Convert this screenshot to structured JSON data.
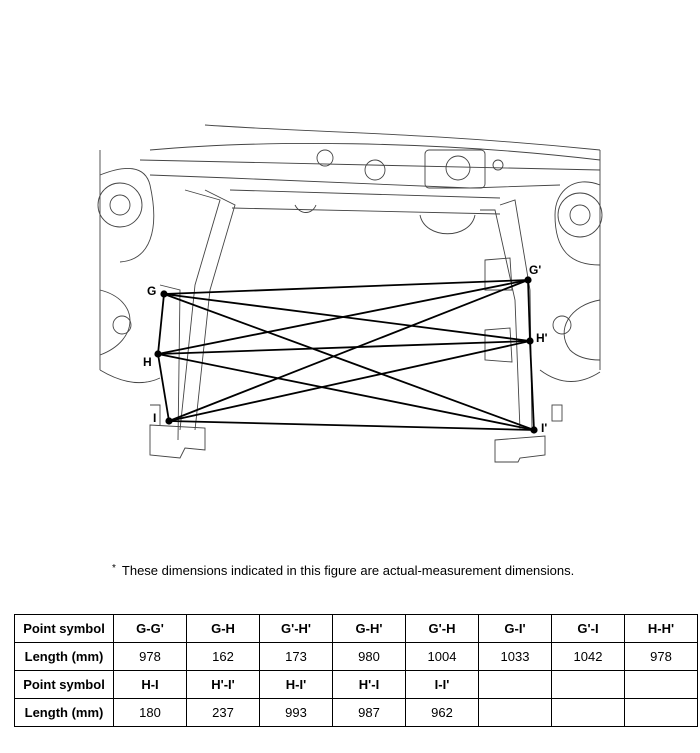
{
  "diagram": {
    "points": [
      {
        "id": "G",
        "label": "G"
      },
      {
        "id": "Gp",
        "label": "G'"
      },
      {
        "id": "H",
        "label": "H"
      },
      {
        "id": "Hp",
        "label": "H'"
      },
      {
        "id": "I",
        "label": "I"
      },
      {
        "id": "Ip",
        "label": "I'"
      }
    ]
  },
  "note": {
    "marker": "*",
    "text": "These dimensions indicated in this figure are actual-measurement dimensions."
  },
  "table": {
    "header_label": "Point symbol",
    "length_label": "Length (mm)",
    "rows": [
      {
        "symbols": [
          "G-G'",
          "G-H",
          "G'-H'",
          "G-H'",
          "G'-H",
          "G-I'",
          "G'-I",
          "H-H'"
        ],
        "lengths": [
          "978",
          "162",
          "173",
          "980",
          "1004",
          "1033",
          "1042",
          "978"
        ]
      },
      {
        "symbols": [
          "H-I",
          "H'-I'",
          "H-I'",
          "H'-I",
          "I-I'",
          "",
          "",
          ""
        ],
        "lengths": [
          "180",
          "237",
          "993",
          "987",
          "962",
          "",
          "",
          ""
        ]
      }
    ]
  }
}
